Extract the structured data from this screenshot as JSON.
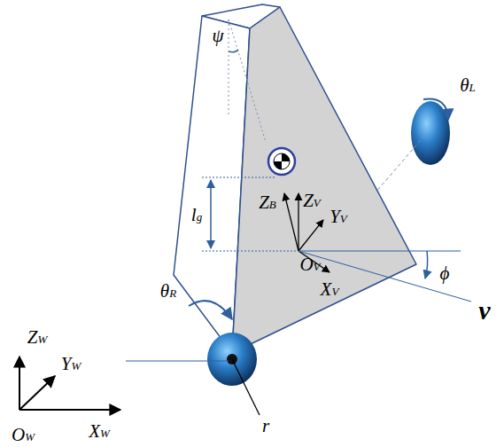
{
  "diagram": {
    "labels": [
      "ψ",
      "θL",
      "lg",
      "ZB",
      "ZV",
      "YV",
      "OV",
      "XV",
      "ϕ",
      "v",
      "θR",
      "r",
      "ZW",
      "YW",
      "OW",
      "XW"
    ]
  }
}
